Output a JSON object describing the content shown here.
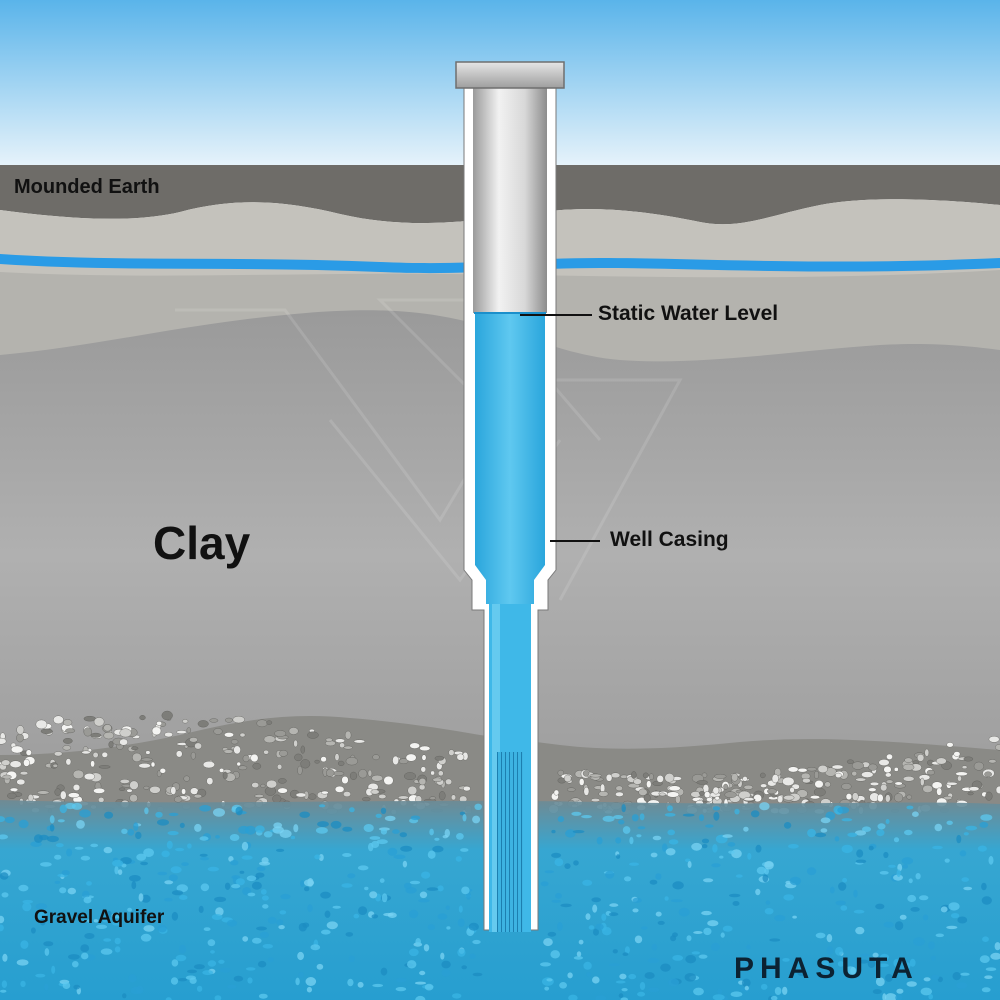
{
  "labels": {
    "mounded_earth": "Mounded Earth",
    "clay": "Clay",
    "gravel_aquifer": "Gravel Aquifer",
    "static_water_level": "Static Water Level",
    "well_casing": "Well Casing"
  },
  "brand": "PHASUTA",
  "colors": {
    "sky_top": "#5ab4ea",
    "sky_bottom": "#eef6fb",
    "mounded_earth": "#6e6c68",
    "light_soil": "#c4c2bc",
    "water_vein": "#2a9be6",
    "clay": "#a6a6a6",
    "water": "#3fb8e8",
    "aquifer": "#2fb0de",
    "casing": "#ffffff"
  }
}
